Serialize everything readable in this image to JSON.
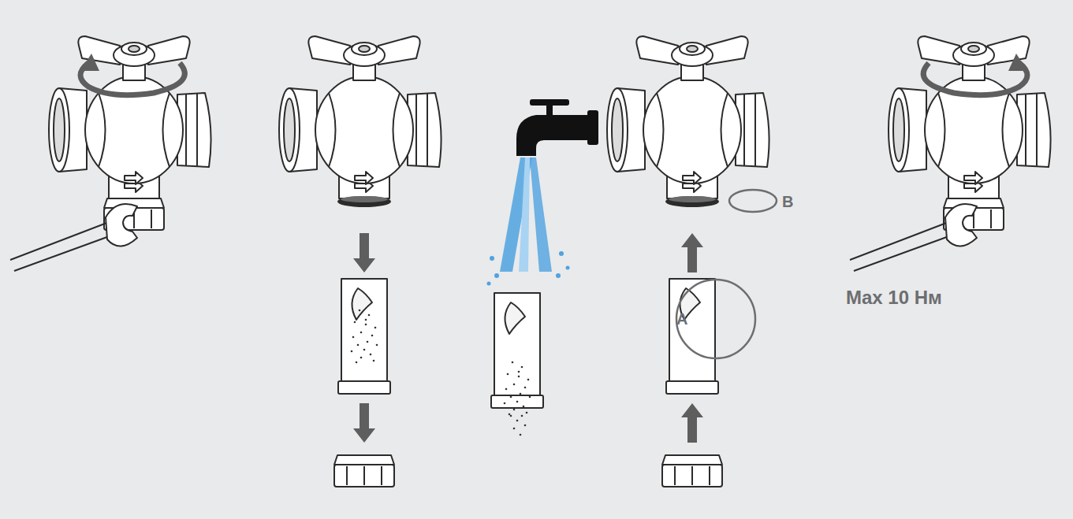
{
  "diagram": {
    "labels": [
      "A",
      "B",
      "Max 10 Нм"
    ]
  }
}
